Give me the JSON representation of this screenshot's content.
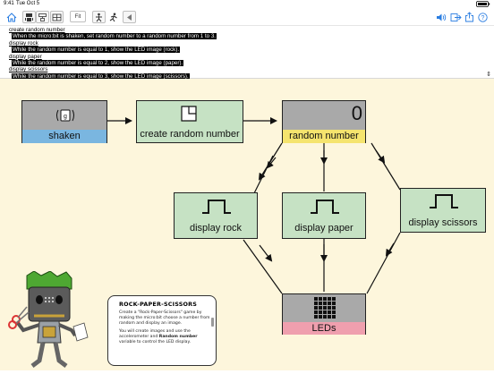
{
  "status_bar": {
    "time": "9:41",
    "date": "Tue Oct 5",
    "battery": "100%"
  },
  "toolbar": {
    "fit_label": "Fit"
  },
  "code_lines": [
    {
      "kind": "cmd",
      "text": "create random number"
    },
    {
      "kind": "comment",
      "text": "When the micro:bit is shaken, set random number to a random number from 1 to 3."
    },
    {
      "kind": "cmd",
      "text": "display rock"
    },
    {
      "kind": "comment",
      "text": "While the random number is equal to 1, show the LED image (rock)."
    },
    {
      "kind": "cmd",
      "text": "display paper"
    },
    {
      "kind": "comment",
      "text": "While the random number is equal to 2, show the LED image (paper)."
    },
    {
      "kind": "cmd",
      "text": "display scissors"
    },
    {
      "kind": "comment",
      "text": "While the random number is equal to 3, show the LED image (scissors)."
    }
  ],
  "blocks": {
    "shaken": {
      "label": "shaken",
      "label_color": "#7ab6e0",
      "body_color": "#a9a9a9"
    },
    "create": {
      "label": "create random number",
      "body_color": "#c6e2c4"
    },
    "random": {
      "label": "random number",
      "value": "0",
      "label_color": "#f5e46e",
      "body_color": "#a9a9a9"
    },
    "rock": {
      "label": "display rock",
      "body_color": "#c6e2c4"
    },
    "paper": {
      "label": "display paper",
      "body_color": "#c6e2c4"
    },
    "scissors": {
      "label": "display scissors",
      "body_color": "#c6e2c4"
    },
    "leds": {
      "label": "LEDs",
      "label_color": "#ef9fae",
      "body_color": "#a9a9a9"
    }
  },
  "panel": {
    "title": "ROCK-PAPER-SCISSORS",
    "p1": "Create a \"Rock-Paper-Scissors\" game by making the micro:bit choose a number from random and display an image.",
    "p2a": "You will create images and use the accelerometer and",
    "p2b": "Random number",
    "p2c": "variable to control the LED display."
  }
}
